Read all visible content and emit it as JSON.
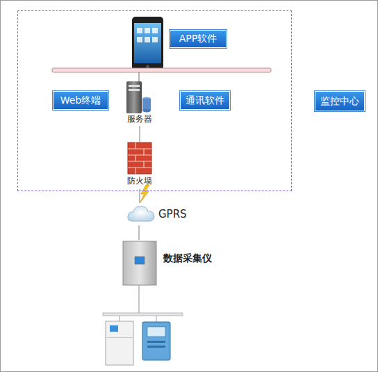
{
  "diagram": {
    "nodes": [
      {
        "text": [
          "监控中心"
        ]
      },
      {
        "text": [
          "APP软件"
        ],
        "in": 0
      },
      {
        "text": [
          "Web终端"
        ],
        "in": 0
      },
      {
        "text": [
          "通讯软件"
        ],
        "in": 0
      },
      {
        "text": [
          "服务器"
        ],
        "in": 0
      },
      {
        "text": [
          "防火墙"
        ],
        "in": 0
      },
      {
        "text": [
          "GPRS"
        ]
      },
      {
        "text": [
          "数据采集仪"
        ]
      }
    ],
    "edges": [
      {
        "from": 4,
        "to": 5,
        "arrow": "none"
      },
      {
        "from": 5,
        "to": 6,
        "arrow": "none"
      },
      {
        "from": 6,
        "to": 7,
        "arrow": "none"
      }
    ]
  }
}
